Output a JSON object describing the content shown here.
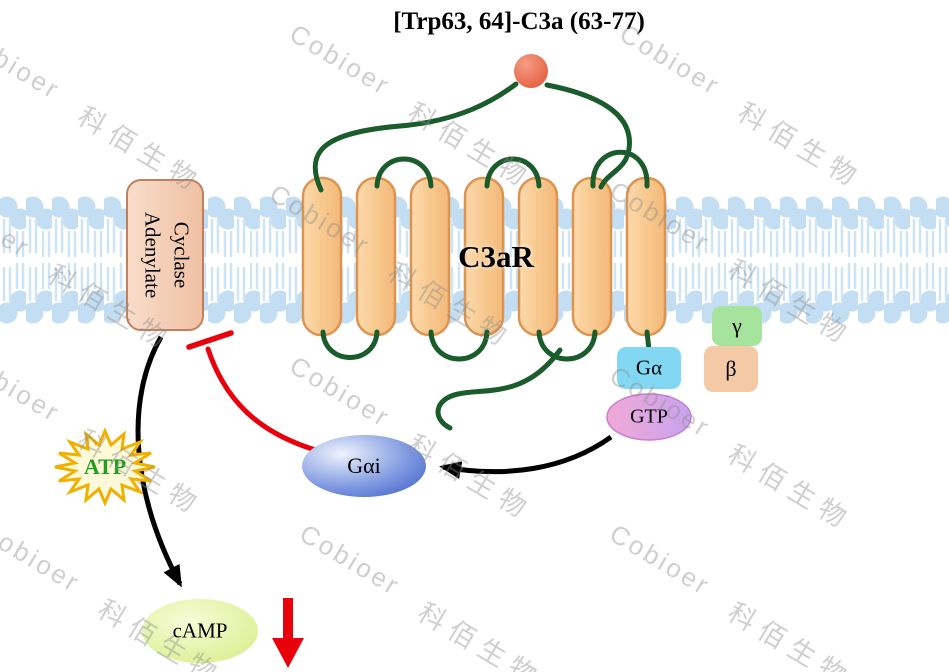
{
  "title": "[Trp63, 64]-C3a (63-77)",
  "receptor": {
    "label": "C3aR"
  },
  "adenylate_cyclase": {
    "line1": "Adenylate",
    "line2": "Cyclase"
  },
  "g_protein": {
    "alpha_label": "Gα",
    "beta_label": "β",
    "gamma_label": "γ",
    "gtp_label": "GTP",
    "g_alpha_i_label": "Gαi"
  },
  "molecules": {
    "atp_label": "ATP",
    "camp_label": "cAMP"
  },
  "watermark": {
    "en": "Cobioer",
    "zh": "科佰生物"
  },
  "colors": {
    "membrane": "#c3def2",
    "helix_fill": "#f8c98f",
    "helix_border": "#dd9450",
    "chain_green": "#1b5c2d",
    "ligand_red": "#df4d2b",
    "g_alpha_fill": "#82d7f3",
    "g_beta_fill": "#f4c9a6",
    "g_gamma_fill": "#a6e39d",
    "gtp_fill": "#d9a6e2",
    "g_alpha_i_fill": "#3a5fd0",
    "atp_text": "#1f9e1f",
    "camp_fill": "#d9ec82",
    "inhibition_red": "#e8000b",
    "adenylate_cyclase_fill": "#f4cdb2"
  }
}
